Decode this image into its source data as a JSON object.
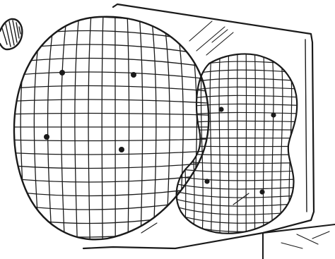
{
  "scene": {
    "background_color": "#ffffff",
    "ink_color": "#1a1a1a",
    "lettering": "none",
    "objects": [
      {
        "name": "large-round-grid",
        "dot_count": 4
      },
      {
        "name": "small-pinched-grid",
        "dot_count": 4
      },
      {
        "name": "glass-plate",
        "shape": "rectangle"
      },
      {
        "name": "partial-round-object-top-left"
      },
      {
        "name": "corner-plate-bottom-right"
      }
    ]
  }
}
